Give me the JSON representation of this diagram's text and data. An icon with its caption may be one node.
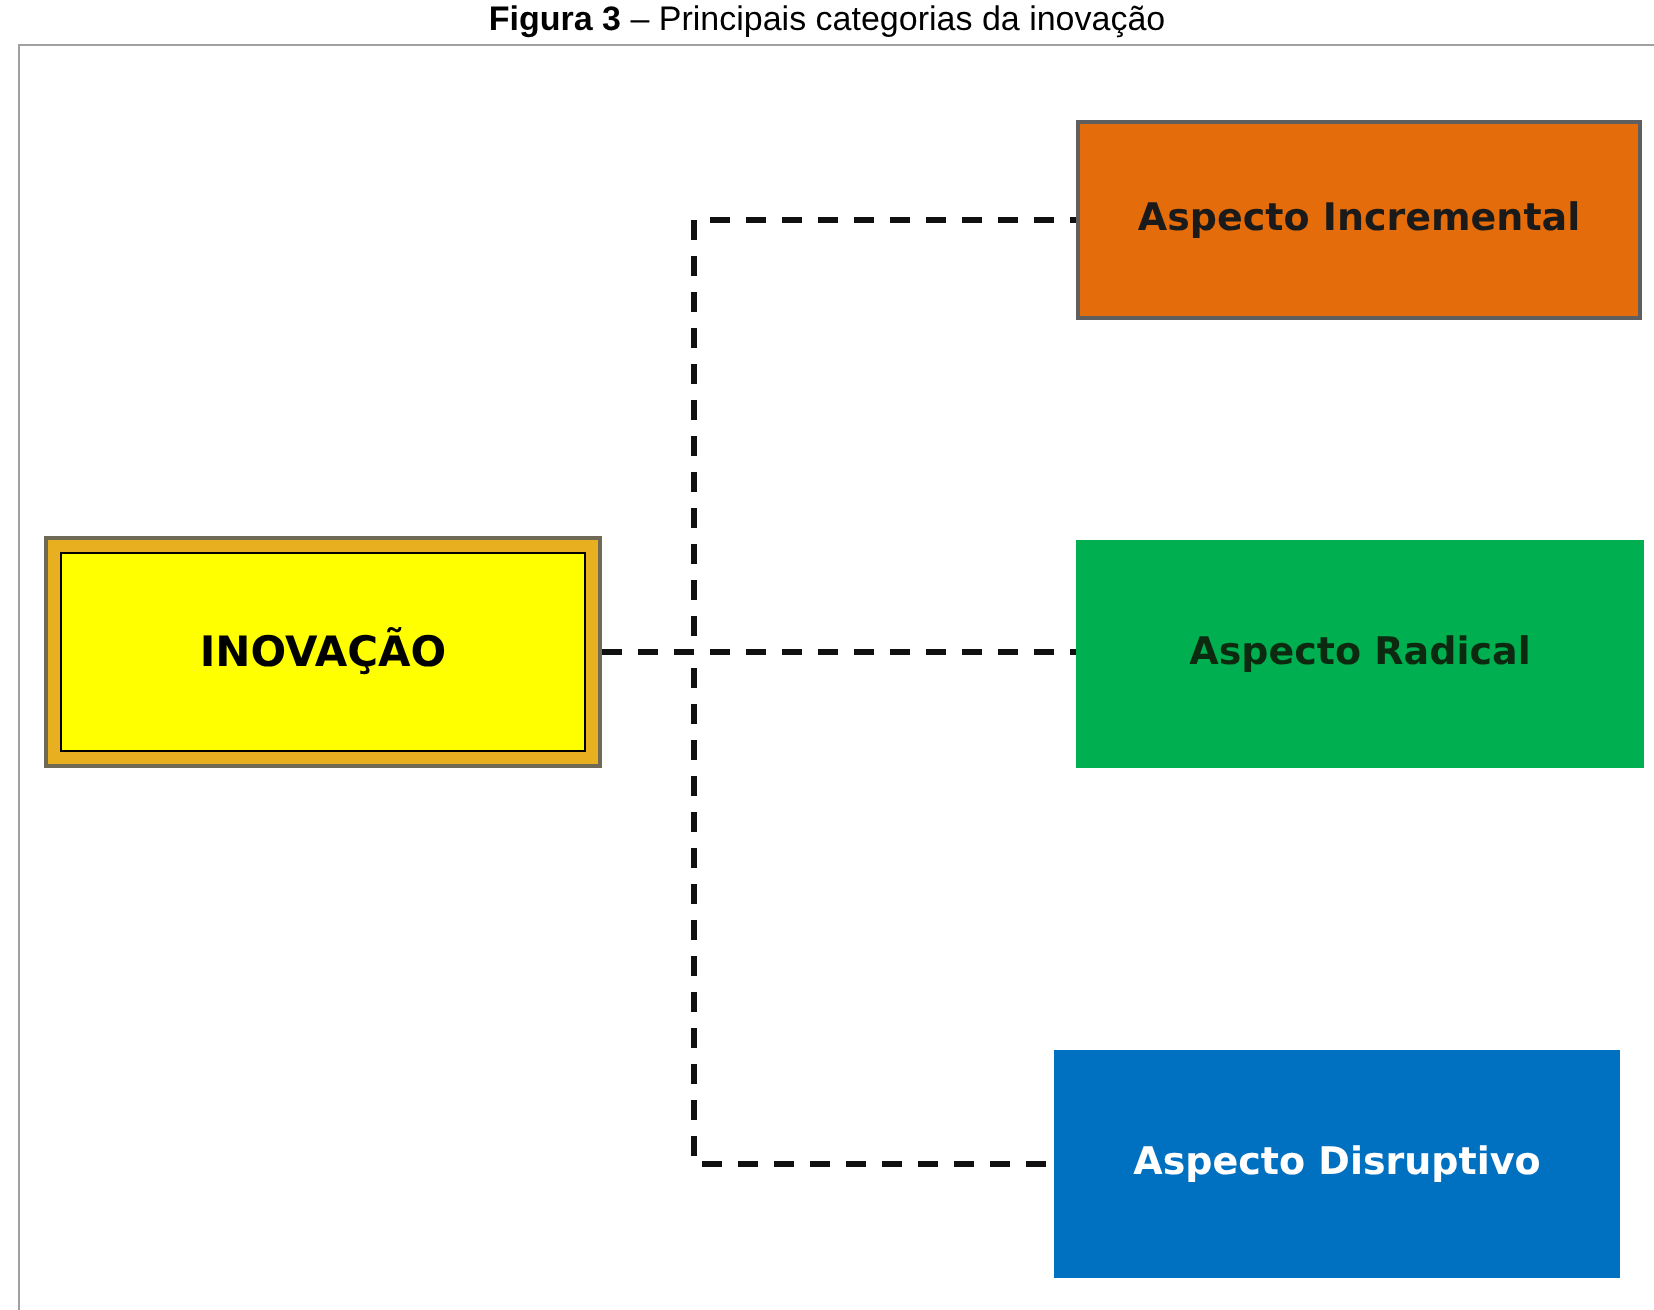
{
  "diagram": {
    "title": "**Figura 3** – Principais categorias da inovação",
    "nodes": [
      {
        "text": [
          "INOVAÇÃO"
        ]
      },
      {
        "text": [
          "Aspecto Incremental"
        ]
      },
      {
        "text": [
          "Aspecto Radical"
        ]
      },
      {
        "text": [
          "Aspecto Disruptivo"
        ]
      }
    ],
    "edges": [
      {
        "from": 0,
        "to": 1,
        "arrow": "none",
        "style": "dashed"
      },
      {
        "from": 0,
        "to": 2,
        "arrow": "none",
        "style": "dashed"
      },
      {
        "from": 0,
        "to": 3,
        "arrow": "none",
        "style": "dashed"
      }
    ]
  }
}
